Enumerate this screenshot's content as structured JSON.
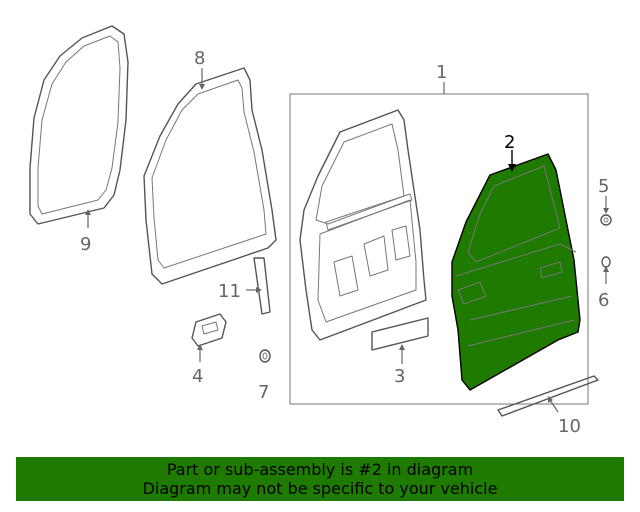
{
  "diagram": {
    "highlight_color": "#1f7a00",
    "callouts": {
      "c1": "1",
      "c2": "2",
      "c3": "3",
      "c4": "4",
      "c5": "5",
      "c6": "6",
      "c7": "7",
      "c8": "8",
      "c9": "9",
      "c10": "10",
      "c11": "11"
    }
  },
  "banner": {
    "line1": "Part or sub-assembly is #2 in diagram",
    "line2": "Diagram may not be specific to your vehicle",
    "background": "#1f7a00"
  }
}
